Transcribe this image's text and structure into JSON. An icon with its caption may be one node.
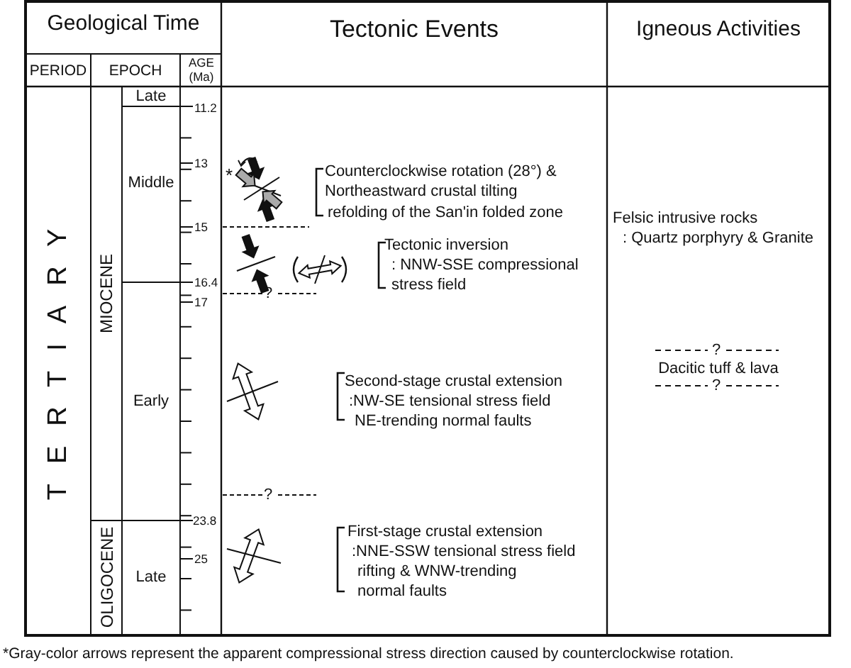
{
  "diagram": {
    "labels": [
      "Geological Time",
      "Tectonic Events",
      "Igneous Activities",
      "PERIOD",
      "EPOCH",
      "AGE (Ma)",
      "TERTIARY",
      "MIOCENE",
      "OLIGOCENE",
      "Late",
      "Middle",
      "Early",
      "Late",
      "11.2",
      "13",
      "15",
      "16.4",
      "17",
      "23.8",
      "25",
      "*",
      "Counterclockwise rotation (28°) & Northeastward crustal tilting",
      "refolding of the San'in folded zone",
      "Tectonic inversion",
      ": NNW-SSE compressional stress field",
      "?",
      "Second-stage crustal extension",
      ":NW-SE tensional stress field",
      "NE-trending normal faults",
      "?",
      "First-stage crustal extension",
      ":NNE-SSW tensional stress field",
      "rifting & WNW-trending normal faults",
      "Felsic intrusive rocks",
      ": Quartz porphyry & Granite",
      "?",
      "Dacitic tuff & lava",
      "?"
    ],
    "caption": "*Gray-color arrows represent the apparent compressional stress direction caused by counterclockwise rotation."
  }
}
